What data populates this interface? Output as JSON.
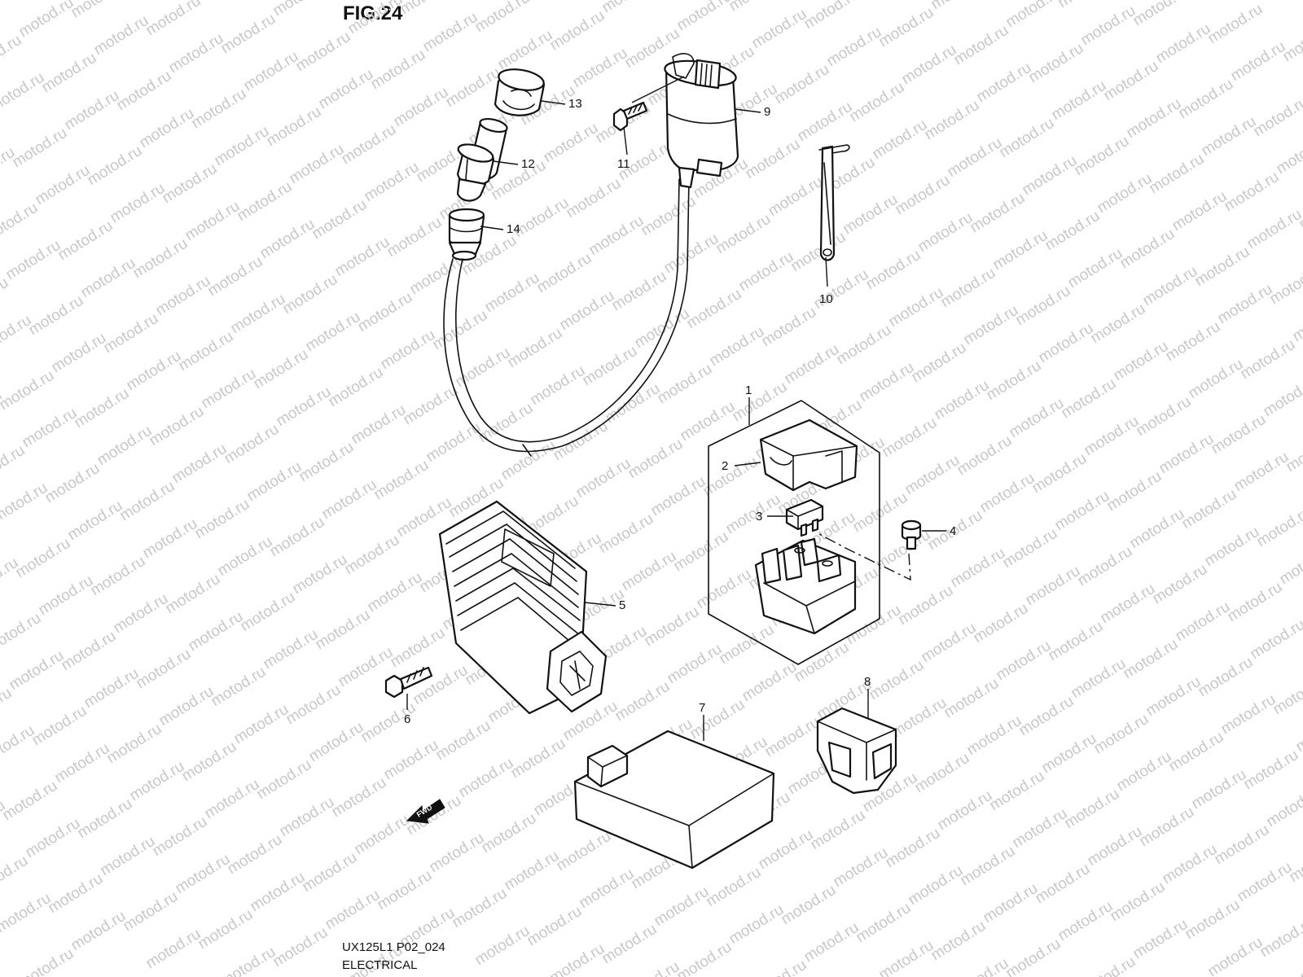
{
  "figure_title": "FIG.24",
  "watermark": "motod.ru",
  "footer": {
    "code": "UX125L1 P02_024",
    "section": "ELECTRICAL"
  },
  "fwd_label": "FWD",
  "callouts": {
    "c1": "1",
    "c2": "2",
    "c3": "3",
    "c4": "4",
    "c5": "5",
    "c6": "6",
    "c7": "7",
    "c8": "8",
    "c9": "9",
    "c10": "10",
    "c11": "11",
    "c12": "12",
    "c13": "13",
    "c14": "14"
  },
  "colors": {
    "line": "#111111",
    "watermark": "#c8c8c8",
    "background": "#ffffff"
  }
}
